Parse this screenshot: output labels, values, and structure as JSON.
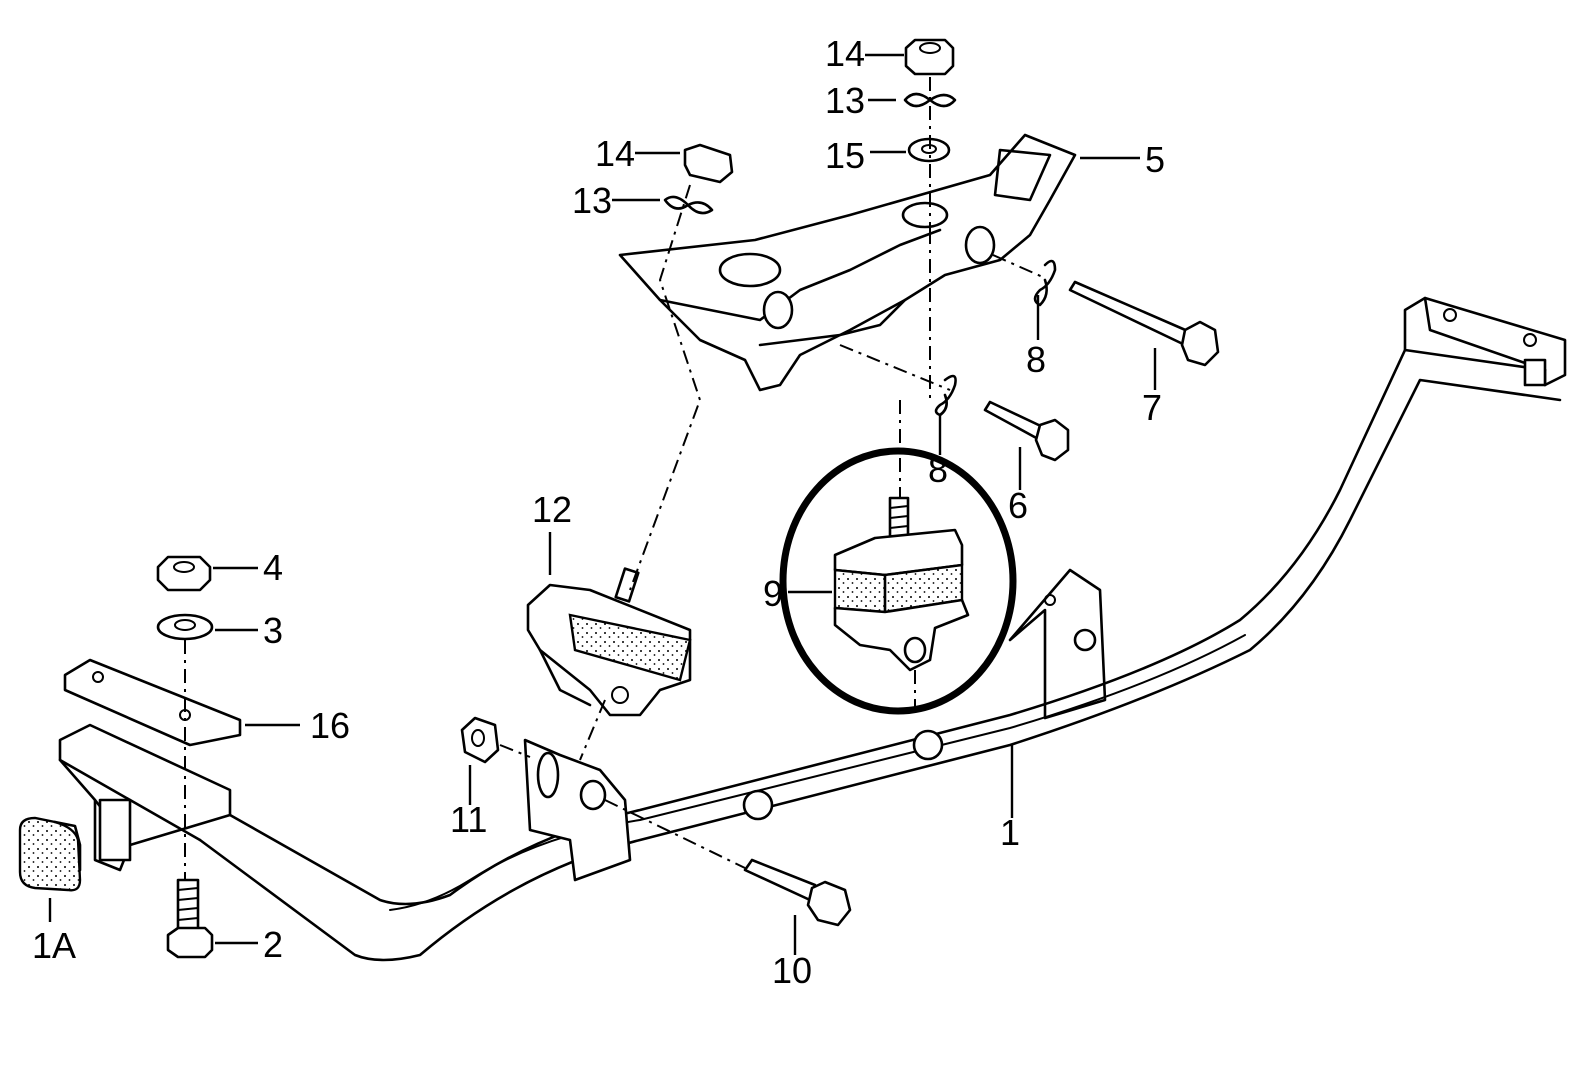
{
  "callouts": {
    "c1": "1",
    "c1a": "1A",
    "c2": "2",
    "c3": "3",
    "c4": "4",
    "c5": "5",
    "c6": "6",
    "c7": "7",
    "c8a": "8",
    "c8b": "8",
    "c9": "9",
    "c10": "10",
    "c11": "11",
    "c12": "12",
    "c13a": "13",
    "c13b": "13",
    "c14a": "14",
    "c14b": "14",
    "c15": "15",
    "c16": "16"
  },
  "highlight": {
    "part": "9",
    "color": "#000000"
  }
}
